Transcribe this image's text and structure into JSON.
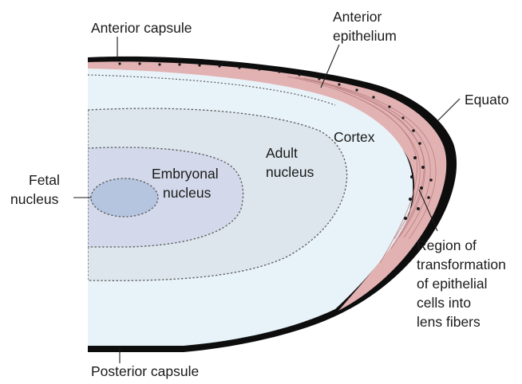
{
  "labels": {
    "anterior_capsule": "Anterior capsule",
    "anterior_epithelium_line1": "Anterior",
    "anterior_epithelium_line2": "epithelium",
    "equator": "Equato",
    "cortex": "Cortex",
    "adult_nucleus_line1": "Adult",
    "adult_nucleus_line2": "nucleus",
    "embryonal_nucleus_line1": "Embryonal",
    "embryonal_nucleus_line2": "nucleus",
    "fetal_nucleus_line1": "Fetal",
    "fetal_nucleus_line2": "nucleus",
    "transformation_line1": "Region of",
    "transformation_line2": "transformation",
    "transformation_line3": "of epithelial",
    "transformation_line4": "cells into",
    "transformation_line5": "lens fibers",
    "posterior_capsule": "Posterior capsule"
  },
  "colors": {
    "capsule": "#0d0d0d",
    "cortex": "#e8f3f9",
    "adult_nucleus": "#dde6ed",
    "embryonal_nucleus": "#d3d9ea",
    "fetal_nucleus": "#b5c4df",
    "epithelium": "#e2b2b2",
    "fiber_lines": "#b97f81",
    "dotted_outline": "#5a5a5a"
  }
}
